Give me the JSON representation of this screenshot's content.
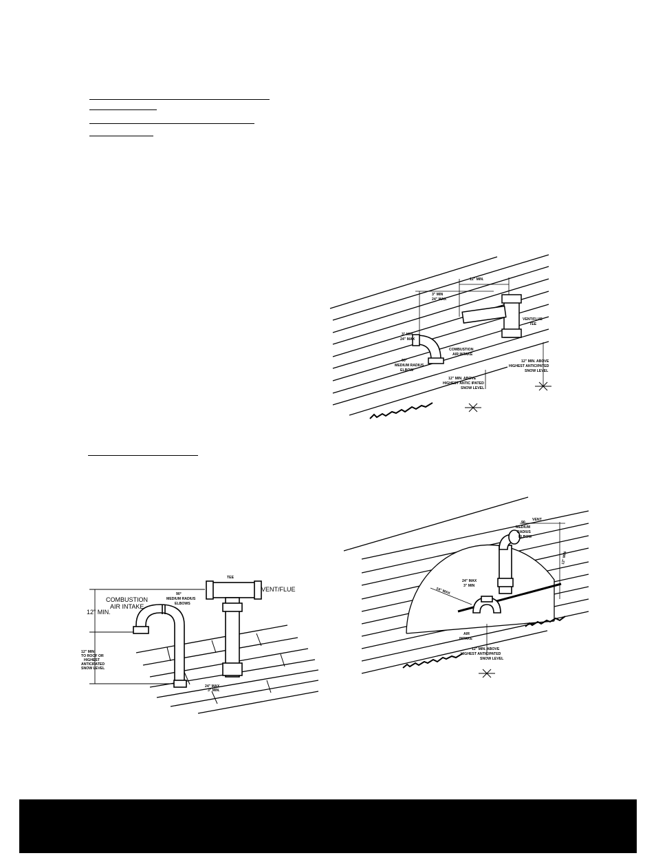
{
  "fig_top_right": {
    "labels": {
      "min12_top": "12\" MIN.",
      "min3_max24": [
        "3\" MIN",
        "24\" MAX"
      ],
      "min3_max24_side": [
        "3\" MIN",
        "24\" MAX"
      ],
      "vent_tee": [
        "VENT/FLUE",
        "TEE"
      ],
      "combustion": [
        "COMBUSTION",
        "AIR INTAKE"
      ],
      "elbow": [
        "90°",
        "MEDIUM RADIUS",
        "ELBOW"
      ],
      "snow_right": [
        "12\" MIN. ABOVE",
        "HIGHEST ANTICIPATED",
        "SNOW LEVEL"
      ],
      "snow_left": [
        "12\" MIN. ABOVE",
        "HIGHEST ANTIC IPATED",
        "SNOW LEVEL"
      ]
    }
  },
  "fig_bottom_left": {
    "labels": {
      "tee": "TEE",
      "elbow": [
        "90°",
        "MEDIUM RADIUS",
        "ELBOWS"
      ],
      "vent_flue": "VENT/FLUE",
      "combustion": [
        "COMBUSTION",
        "AIR INTAKE"
      ],
      "min12": "12\" MIN.",
      "roof_snow": [
        "12\" MIN.",
        "TO ROOF OR",
        "HIGHEST",
        "ANTICIPATED",
        "SNOW LEVEL"
      ],
      "spacing": [
        "24\" MAX.",
        "3\" MIN."
      ]
    }
  },
  "fig_bottom_right": {
    "labels": {
      "elbow": [
        "90",
        "MEDIUM",
        "RADIUS",
        "ELBOW"
      ],
      "vent": "VENT",
      "min12_side": "12\" MIN",
      "max24_left": "24\" MAX",
      "max24_min3": [
        "24\" MAX",
        "3\" MIN"
      ],
      "air_intake": [
        "AIR",
        "INTAKE"
      ],
      "snow": [
        "12\" MIN. ABOVE",
        "HIGHEST ANTICIPATED",
        "SNOW LEVEL"
      ]
    }
  }
}
